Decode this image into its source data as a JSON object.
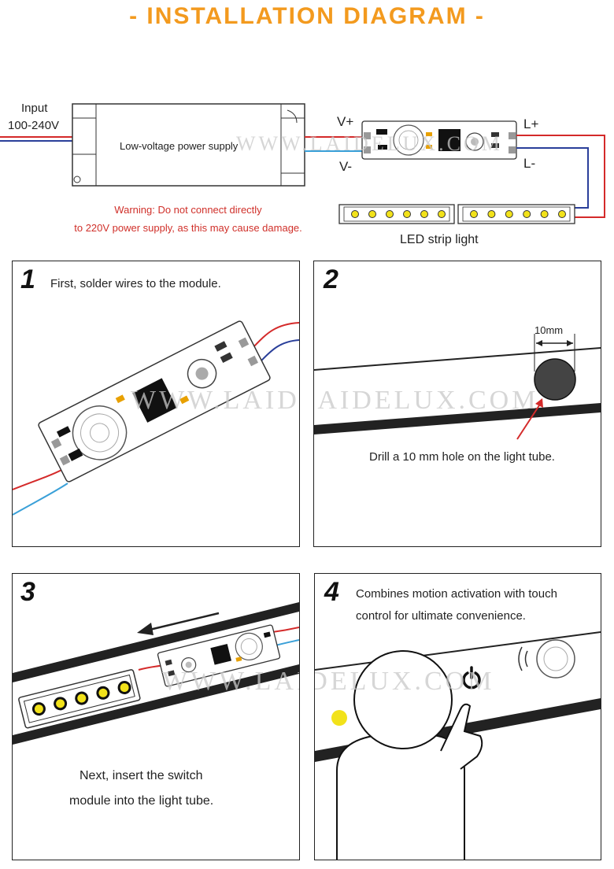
{
  "title": "- INSTALLATION DIAGRAM -",
  "top": {
    "input_label": "Input",
    "voltage_label": "100-240V",
    "psu_label": "Low-voltage power supply",
    "v_plus": "V+",
    "v_minus": "V-",
    "l_plus": "L+",
    "l_minus": "L-",
    "warning_line1": "Warning: Do not connect directly",
    "warning_line2": "to 220V power supply, as this may cause damage.",
    "strip_label": "LED strip light"
  },
  "watermark": "WWW.LAIDELUX.COM",
  "steps": [
    {
      "num": "1",
      "text": "First, solder wires to the module."
    },
    {
      "num": "2",
      "measure": "10mm",
      "text": "Drill a 10 mm hole on the light tube."
    },
    {
      "num": "3",
      "text_line1": "Next, insert the switch",
      "text_line2": "module into the light tube."
    },
    {
      "num": "4",
      "text_line1": "Combines motion activation with touch",
      "text_line2": "control for ultimate convenience."
    }
  ],
  "colors": {
    "accent": "#f39a1e",
    "warning": "#d0302a",
    "wire_red": "#d42a2a",
    "wire_blue": "#2a3f9a",
    "wire_cyan": "#3aa0d8",
    "led": "#f2e21a"
  }
}
